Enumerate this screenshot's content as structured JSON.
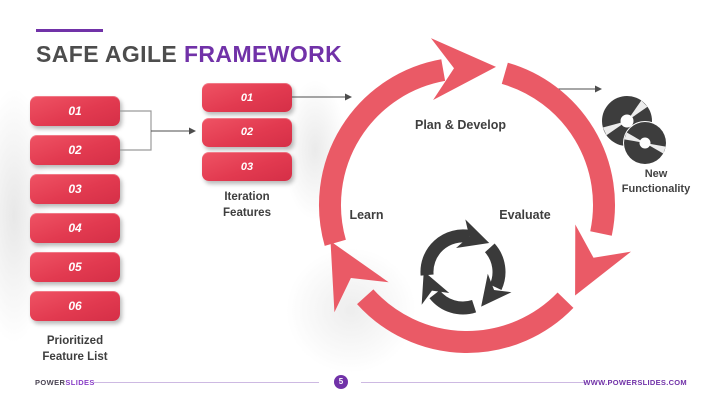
{
  "slide": {
    "title": {
      "gray": "SAFE AGILE",
      "purple": "FRAMEWORK"
    },
    "left_list": {
      "items": [
        "01",
        "02",
        "03",
        "04",
        "05",
        "06"
      ],
      "caption": "Prioritized Feature List"
    },
    "mid_list": {
      "items": [
        "01",
        "02",
        "03"
      ],
      "caption": "Iteration Features"
    },
    "cycle": {
      "top_label": "Plan & Develop",
      "left_label": "Learn",
      "right_label": "Evaluate"
    },
    "output": {
      "caption": "New Functionality"
    },
    "footer": {
      "brand_dark": "POWER",
      "brand_purple": "SLIDES",
      "page_number": "5",
      "website": "WWW.POWERSLIDES.COM"
    }
  },
  "colors": {
    "accent_purple": "#7132a8",
    "box_red_light": "#ef5364",
    "box_red_dark": "#d52f47",
    "cycle_red": "#ea5a66",
    "charcoal": "#3a3a3a",
    "label_gray": "#3e3e3e",
    "footer_line_purple": "#cdb9e2"
  }
}
